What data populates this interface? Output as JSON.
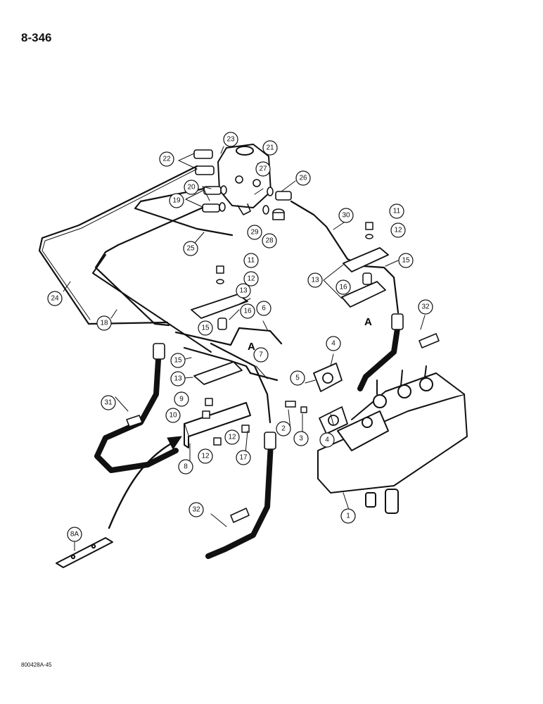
{
  "page": {
    "number": "8-346",
    "drawing_code": "800428A-45"
  },
  "diagram": {
    "view_labels": [
      "A",
      "A"
    ],
    "callouts": [
      "1",
      "2",
      "3",
      "4",
      "4",
      "5",
      "6",
      "7",
      "8",
      "8A",
      "9",
      "10",
      "11",
      "11",
      "12",
      "12",
      "12",
      "12",
      "13",
      "13",
      "13",
      "15",
      "15",
      "15",
      "16",
      "16",
      "17",
      "18",
      "19",
      "20",
      "21",
      "22",
      "23",
      "24",
      "25",
      "26",
      "27",
      "28",
      "29",
      "30",
      "31",
      "32",
      "32"
    ]
  }
}
